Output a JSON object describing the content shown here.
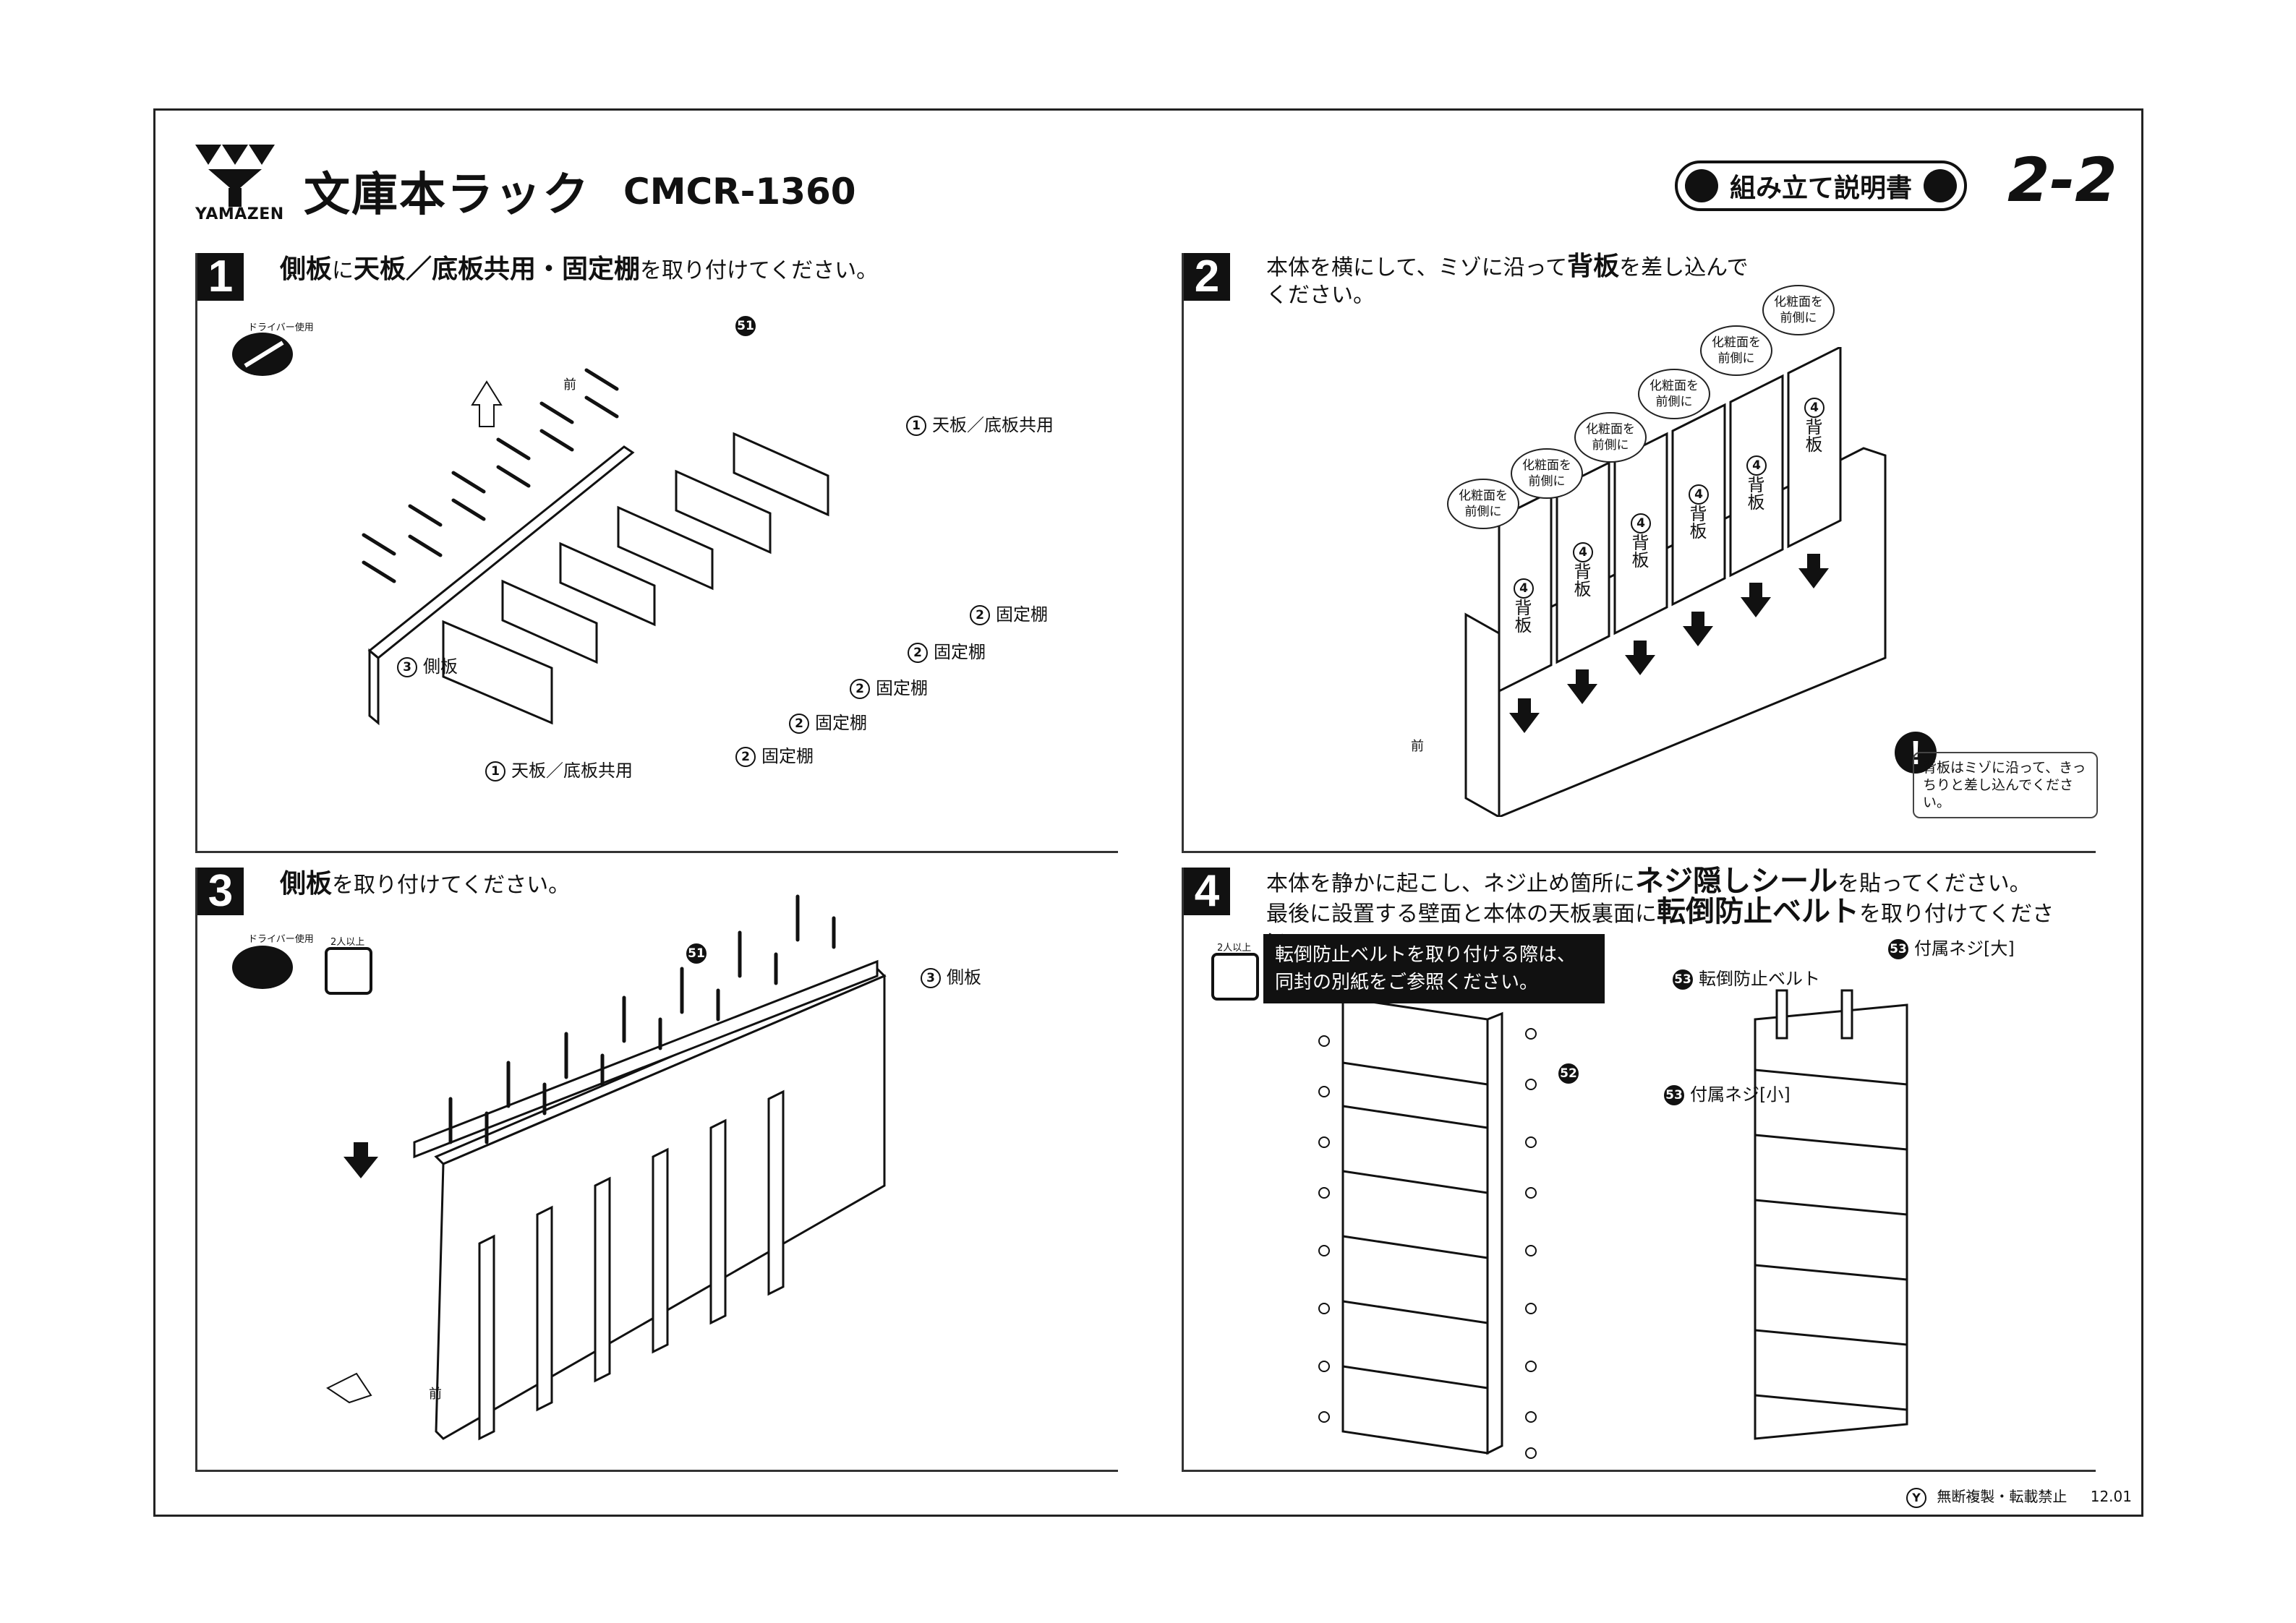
{
  "header": {
    "brand": "YAMAZEN",
    "title": "文庫本ラック",
    "model": "CMCR-1360",
    "badge": "組み立て説明書",
    "page": "2-2"
  },
  "steps": [
    {
      "no": "1",
      "text_parts": [
        "側板",
        "に",
        "天板／底板共用・固定棚",
        "を取り付けてください。"
      ],
      "labels": {
        "top": "天板／底板共用",
        "bottom": "天板／底板共用",
        "side": "側板",
        "shelf": "固定棚",
        "screw": "51",
        "front": "前",
        "driver": "ドライバー使用"
      }
    },
    {
      "no": "2",
      "text_parts": [
        "本体を横にして、ミゾに沿って",
        "背板",
        "を差し込んで",
        "ください。"
      ],
      "back": "背板",
      "back_no": "4",
      "bubble": [
        "化粧面を",
        "前側に"
      ],
      "front": "前",
      "caution": "背板はミゾに沿って、きっちりと差し込んでください。"
    },
    {
      "no": "3",
      "text_parts": [
        "側板",
        "を取り付けてください。"
      ],
      "labels": {
        "side": "側板",
        "screw": "51",
        "front": "前",
        "driver": "ドライバー使用",
        "two": "2人以上"
      }
    },
    {
      "no": "4",
      "line1": [
        "本体を静かに起こし、ネジ止め箇所に",
        "ネジ隠しシール",
        "を貼ってください。"
      ],
      "line2": [
        "最後に設置する壁面と本体の天板裏面に",
        "転倒防止ベルト",
        "を取り付けてください。"
      ],
      "warning": [
        "転倒防止ベルトを取り付ける際は、",
        "同封の別紙をご参照ください。"
      ],
      "labels": {
        "sticker": "52",
        "belt": "転倒防止ベルト",
        "screw_big": "付属ネジ[大]",
        "screw_small": "付属ネジ[小]",
        "part": "53",
        "two": "2人以上"
      }
    }
  ],
  "footer": {
    "mark": "Y",
    "notice": "無断複製・転載禁止",
    "code": "12.01"
  }
}
